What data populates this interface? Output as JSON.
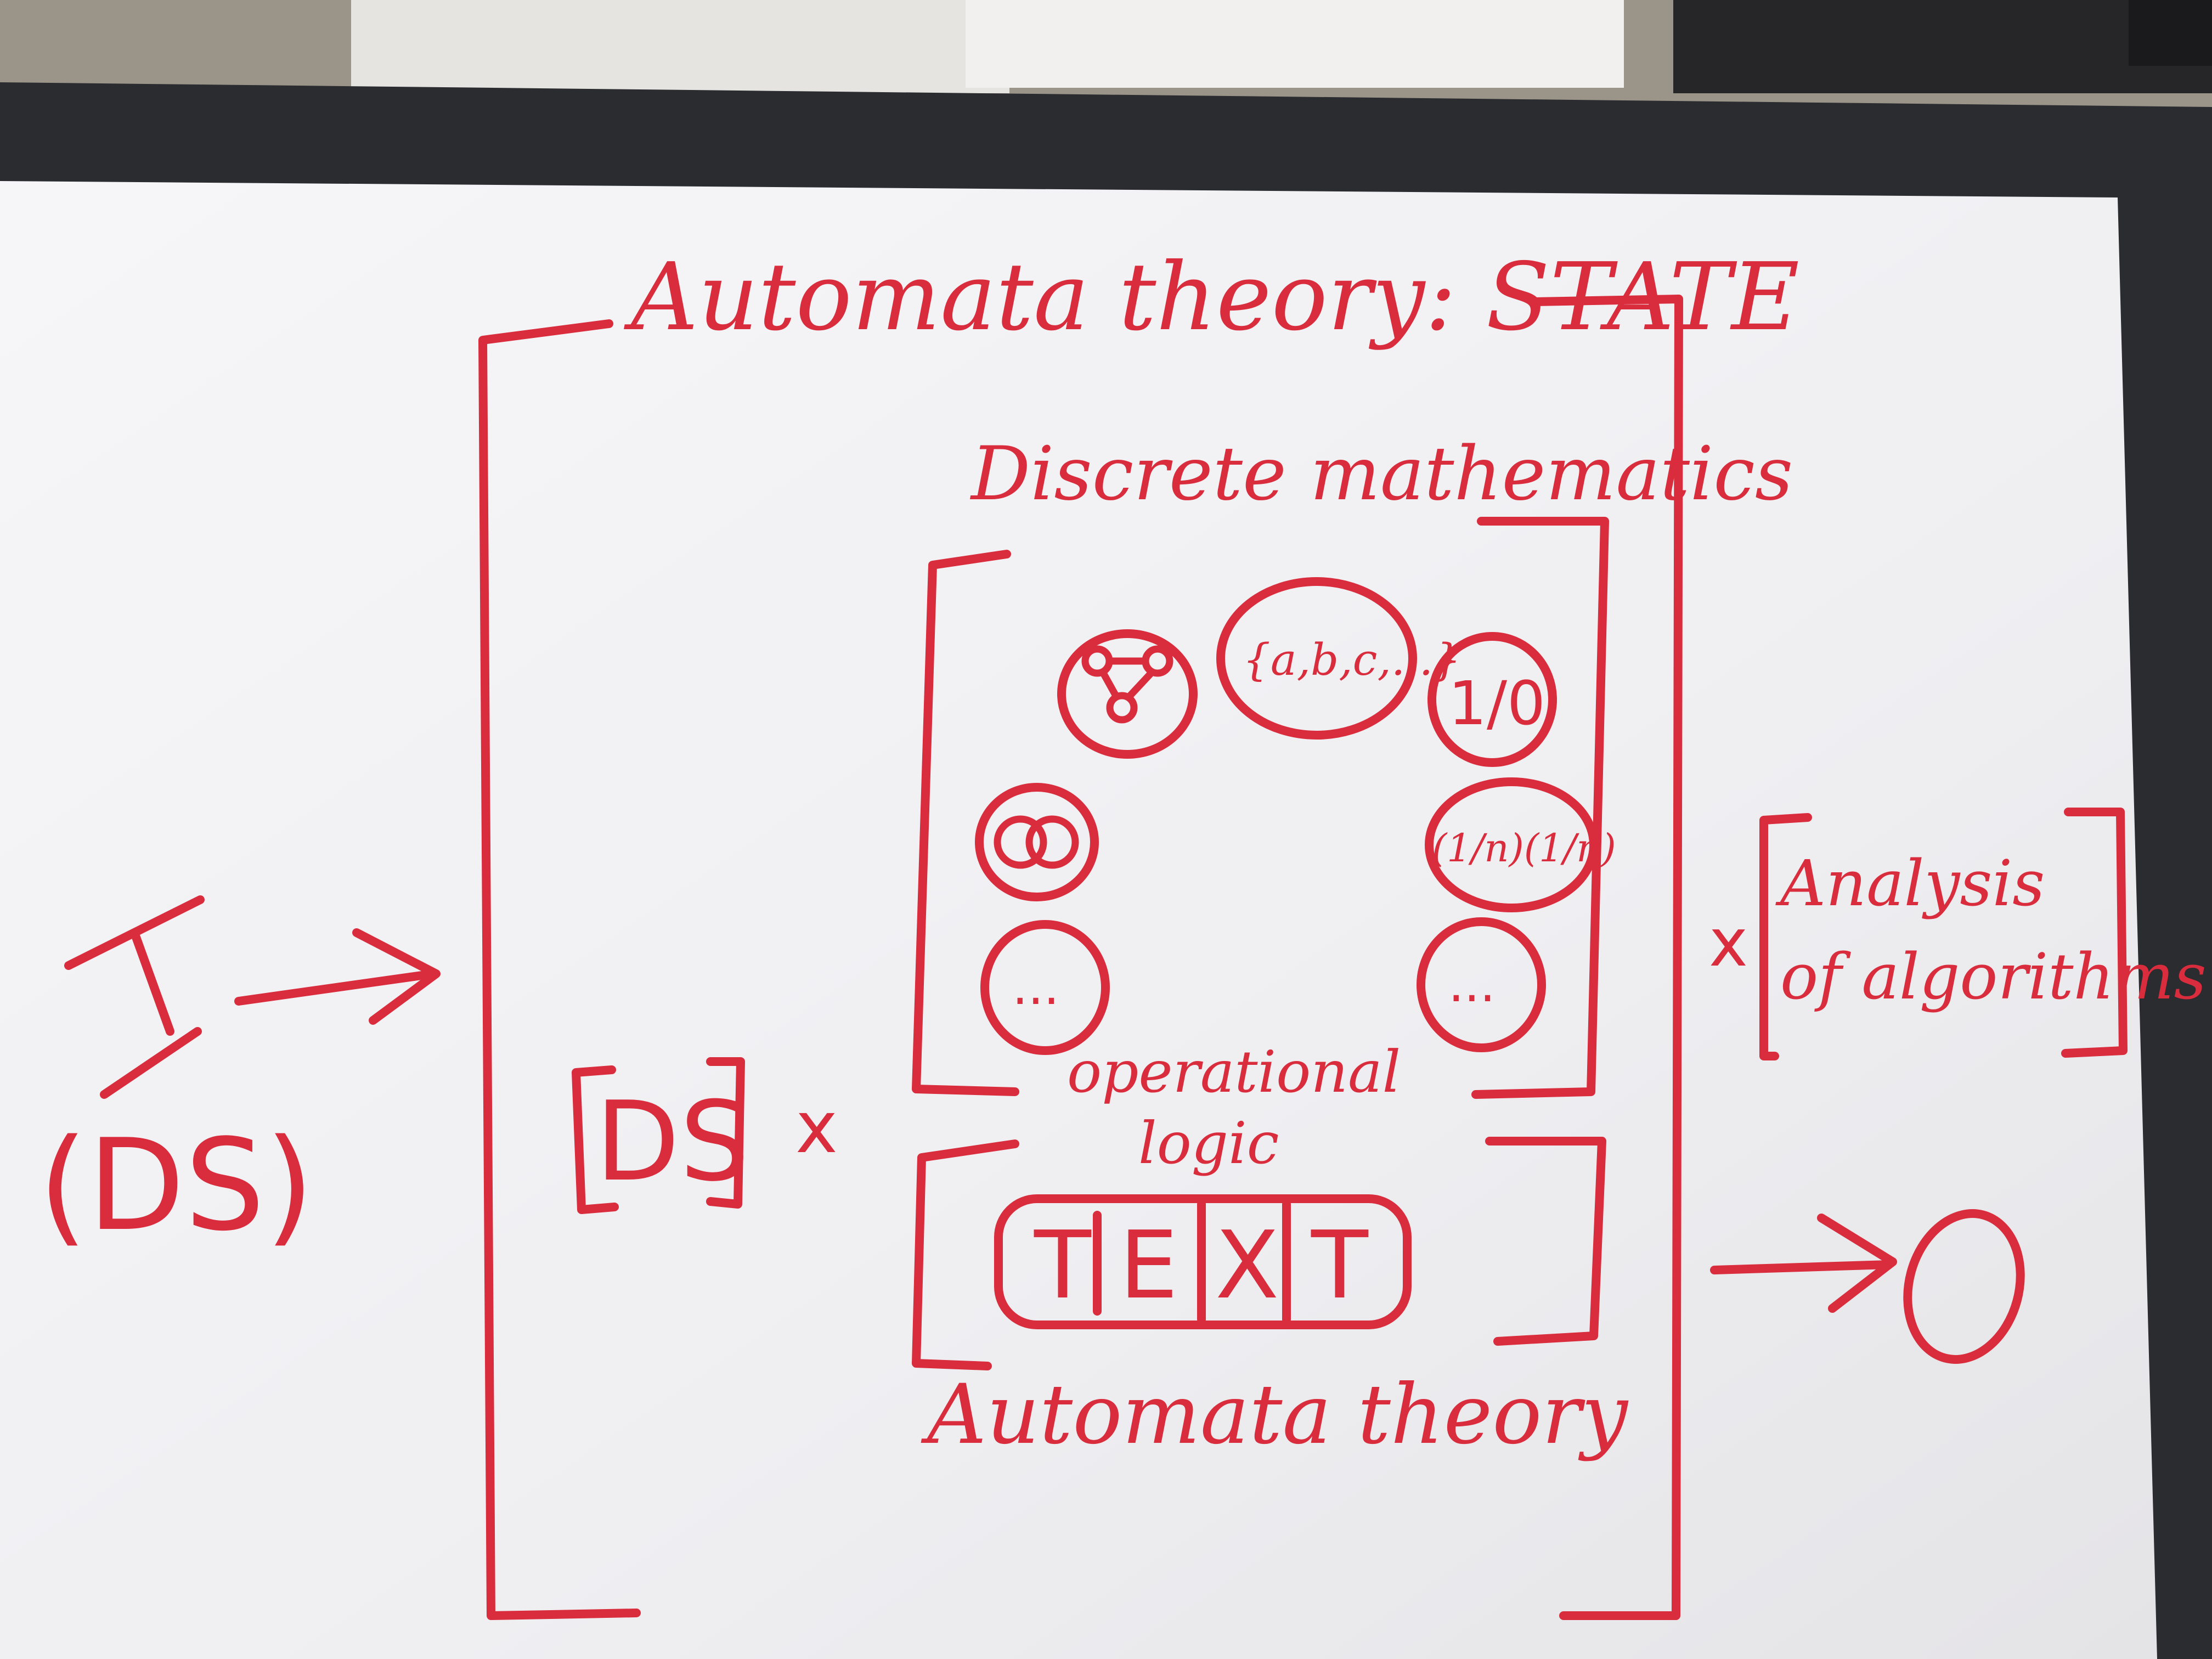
{
  "board": {
    "title": "Automata theory: STATE",
    "input_symbol": "I",
    "input_label": "(DS)",
    "ds_box": "DS",
    "times_1": "x",
    "discrete_heading": "Discrete mathematics",
    "set_circle": "{a,b,c,...}",
    "binary_circle": "1/0",
    "prob_circle": "(1/n)(1/n)",
    "dots_left": "...",
    "dots_right": "...",
    "operational_logic_1": "operational",
    "operational_logic_2": "logic",
    "tape_cells": [
      "T",
      "E",
      "X",
      "T"
    ],
    "automata_footer": "Automata theory",
    "times_2": "x",
    "analysis_line_1": "Analysis",
    "analysis_line_2": "of algorithms",
    "output_symbol": "O"
  },
  "colors": {
    "marker": "#d92c3c",
    "whiteboard": "#f3f3f6",
    "frame": "#2a2c30"
  },
  "icons": [
    "graph-icon",
    "overlapping-circles-icon",
    "arrow-right-icon"
  ]
}
